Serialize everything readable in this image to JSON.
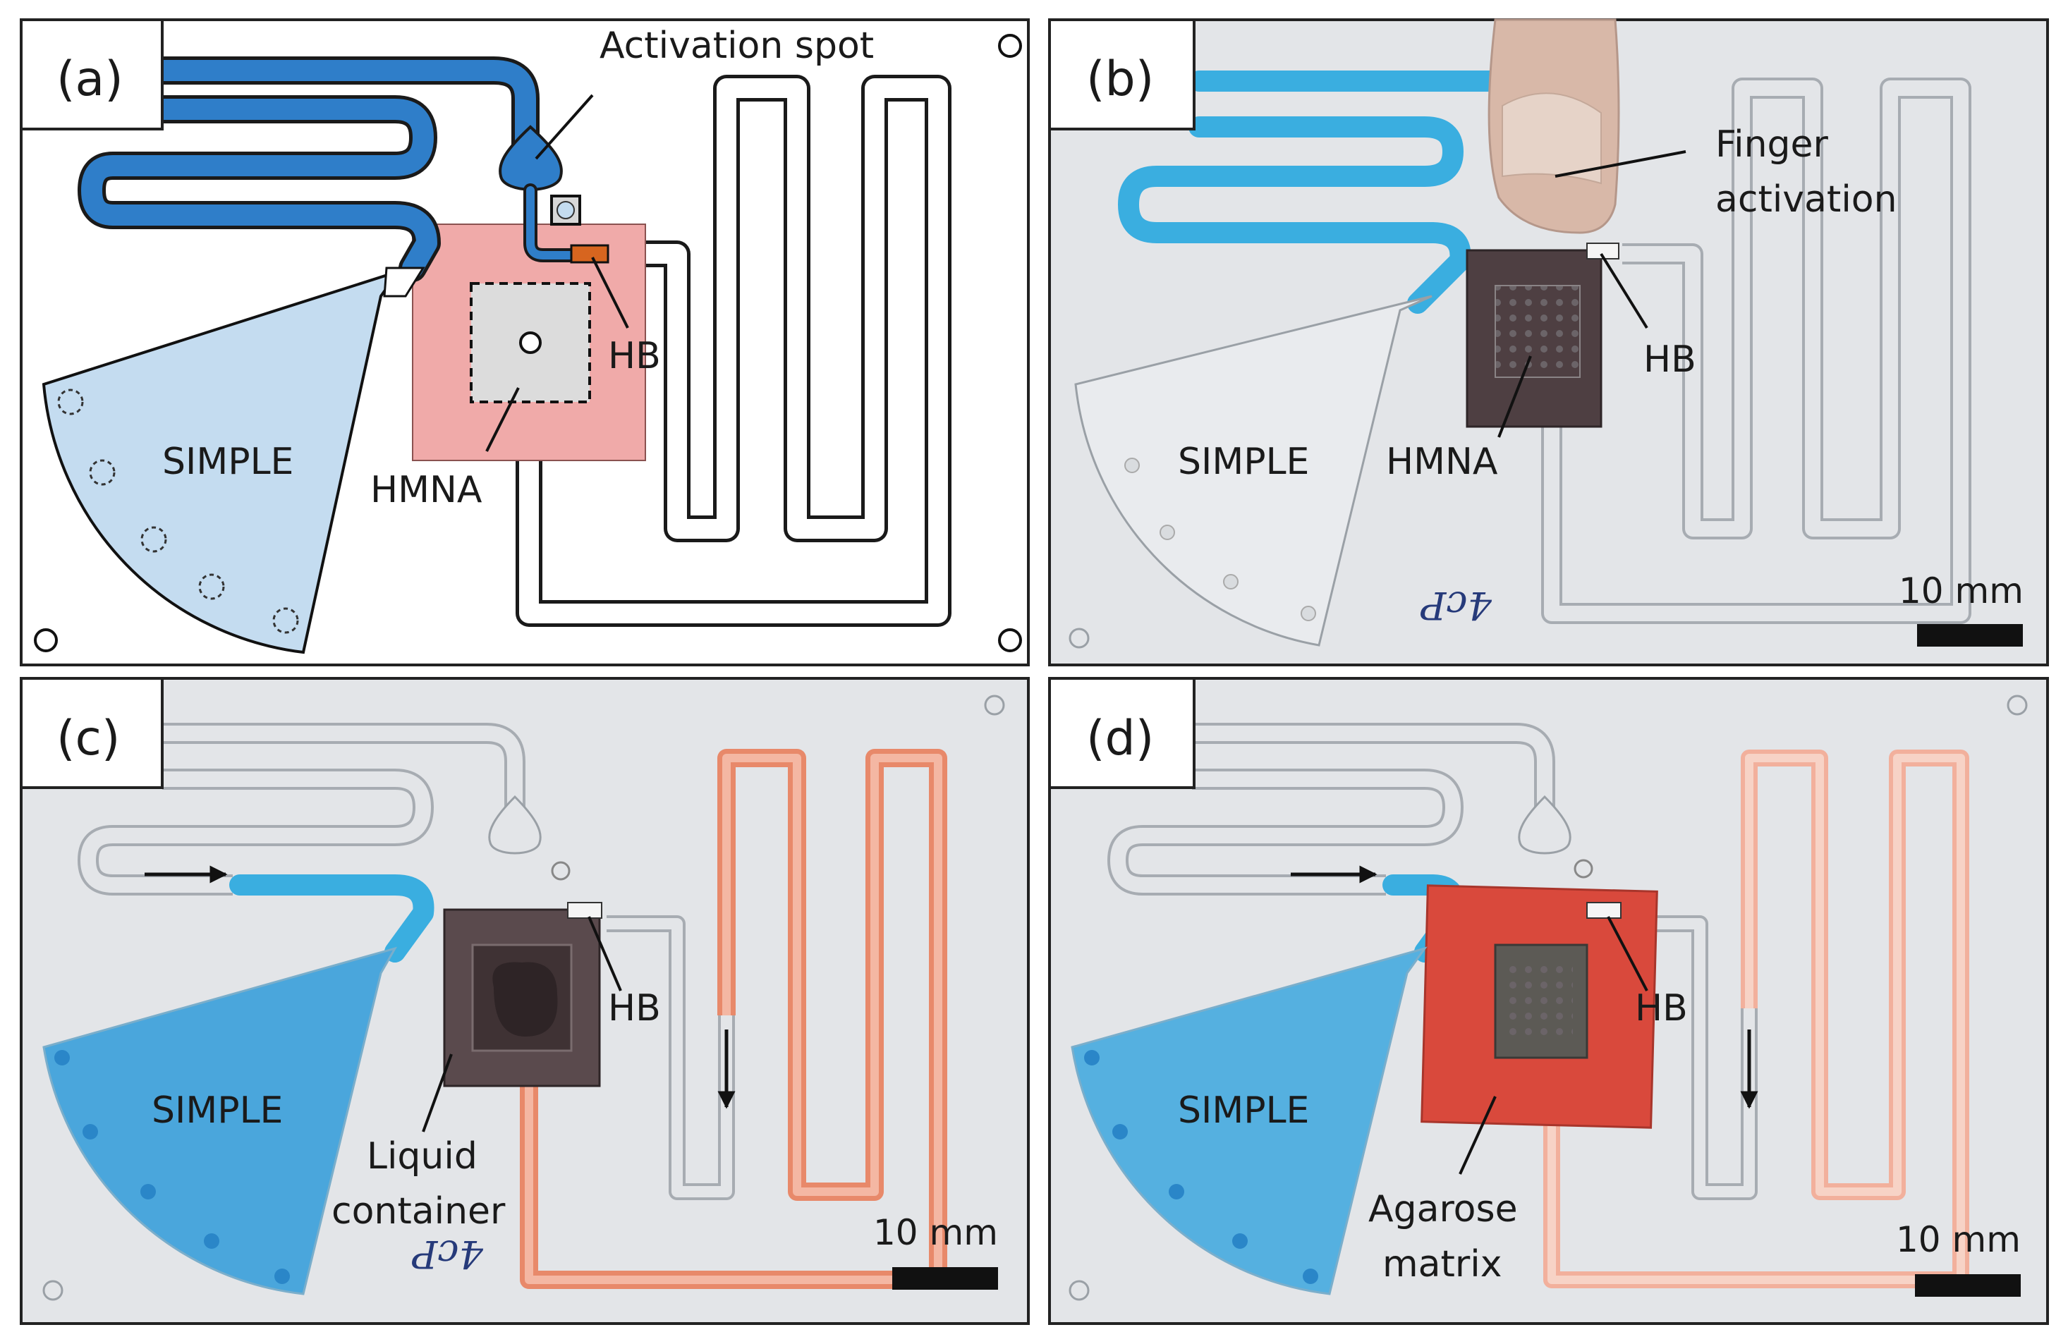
{
  "panels": {
    "a": {
      "label": "(a)",
      "callouts": {
        "activation_spot": "Activation spot",
        "hb": "HB",
        "simple": "SIMPLE",
        "hmna": "HMNA"
      }
    },
    "b": {
      "label": "(b)",
      "callouts": {
        "finger_activation_line1": "Finger",
        "finger_activation_line2": "activation",
        "hb": "HB",
        "simple": "SIMPLE",
        "hmna": "HMNA"
      },
      "scale_bar": "10 mm",
      "handwriting": "4cP"
    },
    "c": {
      "label": "(c)",
      "callouts": {
        "hb": "HB",
        "simple": "SIMPLE",
        "liquid_container_line1": "Liquid",
        "liquid_container_line2": "container"
      },
      "scale_bar": "10 mm",
      "handwriting": "4cP"
    },
    "d": {
      "label": "(d)",
      "callouts": {
        "hb": "HB",
        "simple": "SIMPLE",
        "agarose_matrix_line1": "Agarose",
        "agarose_matrix_line2": "matrix"
      },
      "scale_bar": "10 mm"
    }
  },
  "colors": {
    "channel_blue": "#2f7ec9",
    "dye_blue": "#3aaee0",
    "simple_light_blue": "#c4dcf0",
    "hmna_pink": "#f0aaa9",
    "heater_orange": "#d7651f",
    "hydrogel_red": "#d9493c",
    "channel_orange": "#e8896a",
    "photo_background": "#e3e5e8",
    "dark_container": "#4e3f42"
  }
}
